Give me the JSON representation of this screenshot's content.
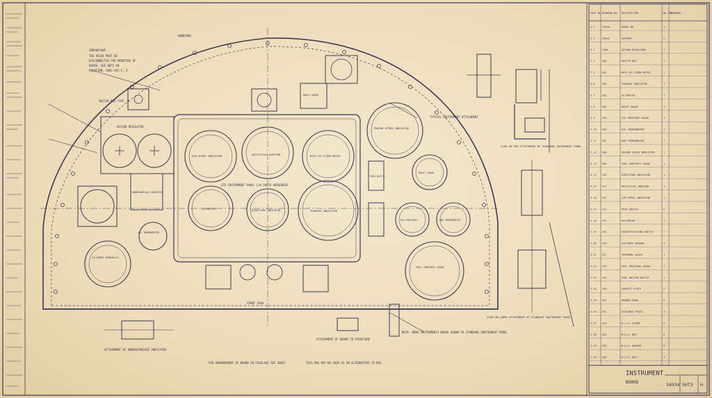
{
  "labels": {
    "bonding": "BONDING",
    "important": "IMPORTANT",
    "valve_note_1": "THE VALVE MUST BE",
    "valve_note_2": "DISCONNECTED FOR MOUNTING OF",
    "valve_note_3": "BOARD, SEE NOTE ON",
    "valve_note_4": "LOCATION, 5083 SHT.5, 4",
    "switch_box": "SWITCH BOX TYPE 'A'",
    "oxygen_regulator": "OXYGEN REGULATOR",
    "air_speed_indicator": "AIR SPEED INDICATOR",
    "artificial_horizon": "ARTIFICIAL HORIZON",
    "rate_of_climb_meter": "RATE OF CLIMB METER",
    "engine_speed_indicator": "ENGINE SPEED INDICATOR",
    "boost_gauge_top": "BOOST GAUGE",
    "boost_gauge_right": "BOOST GAUGE",
    "altimeter": "ALTIMETER",
    "direction_indicator": "DIRECTION INDICATOR",
    "turning_indicator": "TURNING INDICATOR",
    "oil_pressure": "OIL PRESSURE",
    "oil_thermometer": "OIL THERMOMETER",
    "rad_thermometer": "RAD THERMOMETER",
    "fuel_contents_gauge": "FUEL CONTENTS GAUGE",
    "push_switch": "PUSH SWITCH",
    "cylinder_hydraulic": "CYLINDER HYDRAULIC",
    "std_panel": "STD INSTRUMENT PANEL C/W SHOCK ABSORBERS",
    "typical_attachment": "TYPICAL INSTRUMENT ATTACHMENT",
    "view_top_attachment": "VIEW ON TOP ATTACHMENT OF STANDARD INSTRUMENT PANEL",
    "view_lower_attachment": "VIEW ON LOWER ATTACHMENT OF STANDARD INSTRUMENT PANEL",
    "attachment_structure": "ATTACHMENT OF BOARD TO STRUCTURE",
    "attachment_undercarriage": "ATTACHMENT OF UNDERCARRIAGE INDICATOR",
    "undercarriage_indicator": "UNDERCARRIAGE INDICATOR",
    "front_view": "FRONT VIEW",
    "note_main": "NOTE: BOND INSTRUMENTS WHERE SHOWN TO STANDARD INSTRUMENT PANEL",
    "note_arrangement": "FOR ARRANGEMENT OF BOARD IN FUSELAGE SEE SHEET",
    "note_this_dwg": "THIS DWG MAY BE USED AS AN ALTERNATIVE TO DRG"
  },
  "parts_table": {
    "headers": [
      "PART No",
      "DRAWING No",
      "DESCRIPTION",
      "No OFF",
      "REMARKS"
    ],
    "rows": [
      [
        "5.1",
        "34934",
        "PANEL BD",
        "1",
        ""
      ],
      [
        "5.2",
        "34935",
        "SUPPORT",
        "2",
        ""
      ],
      [
        "5.3",
        "1908",
        "OXYGEN REGULATOR",
        "1",
        ""
      ],
      [
        "5.4",
        "300",
        "SWITCH BOX",
        "1",
        ""
      ],
      [
        "5.5",
        "301",
        "RATE OF CLIMB METER",
        "1",
        ""
      ],
      [
        "5.6",
        "302",
        "TURNING INDICATOR",
        "1",
        ""
      ],
      [
        "5.7",
        "303",
        "ALTIMETER",
        "1",
        ""
      ],
      [
        "5.8",
        "304",
        "BOOST GAUGE",
        "1",
        ""
      ],
      [
        "5.9",
        "305",
        "OIL PRESSURE GAUGE",
        "1",
        ""
      ],
      [
        "5.10",
        "306",
        "OIL THERMOMETER",
        "1",
        ""
      ],
      [
        "5.11",
        "307",
        "RAD THERMOMETER",
        "1",
        ""
      ],
      [
        "5.12",
        "308",
        "ENGINE SPEED INDICATOR",
        "1",
        ""
      ],
      [
        "5.13",
        "309",
        "FUEL CONTENTS GAUGE",
        "1",
        ""
      ],
      [
        "5.14",
        "310",
        "DIRECTION INDICATOR",
        "1",
        ""
      ],
      [
        "5.15",
        "311",
        "ARTIFICIAL HORIZON",
        "1",
        ""
      ],
      [
        "5.16",
        "312",
        "AIR SPEED INDICATOR",
        "1",
        ""
      ],
      [
        "5.17",
        "313",
        "PUSH SWITCH",
        "2",
        ""
      ],
      [
        "5.18",
        "314",
        "VOLTMETER",
        "1",
        ""
      ],
      [
        "5.19",
        "315",
        "IDENTIFICATION SWITCH",
        "1",
        ""
      ],
      [
        "5.20",
        "316",
        "DISTANCE WASHER",
        "4",
        ""
      ],
      [
        "5.21",
        "317",
        "TERMINAL BLOCK",
        "1",
        ""
      ],
      [
        "5.22",
        "318",
        "FUEL PRESSURE GAUGE",
        "1",
        ""
      ],
      [
        "5.23",
        "319",
        "FUEL BUTTON SWITCH",
        "1",
        ""
      ],
      [
        "5.24",
        "320",
        "CONTACT PLATE",
        "2",
        ""
      ],
      [
        "5.25",
        "321",
        "RUBBER RING",
        "4",
        ""
      ],
      [
        "5.26",
        "322",
        "DISTANCE PIECE",
        "4",
        ""
      ],
      [
        "5.27",
        "323",
        "B.S.A. SCREW",
        "8",
        ""
      ],
      [
        "5.28",
        "324",
        "B.S.A. NUT",
        "8",
        ""
      ],
      [
        "5.29",
        "325",
        "B.S.A. WASHER",
        "8",
        ""
      ],
      [
        "5.30",
        "326",
        "B.S.A. BOLT",
        "4",
        ""
      ]
    ]
  },
  "title_block": {
    "drawing_title": "INSTRUMENT",
    "subtitle": "BOARD",
    "drawing_number": "34934",
    "sheet": "SHT3",
    "issue": "H"
  },
  "colors": {
    "paper": "#efe2c4",
    "ink": "#3d3856",
    "ink_light": "#6f6985"
  }
}
